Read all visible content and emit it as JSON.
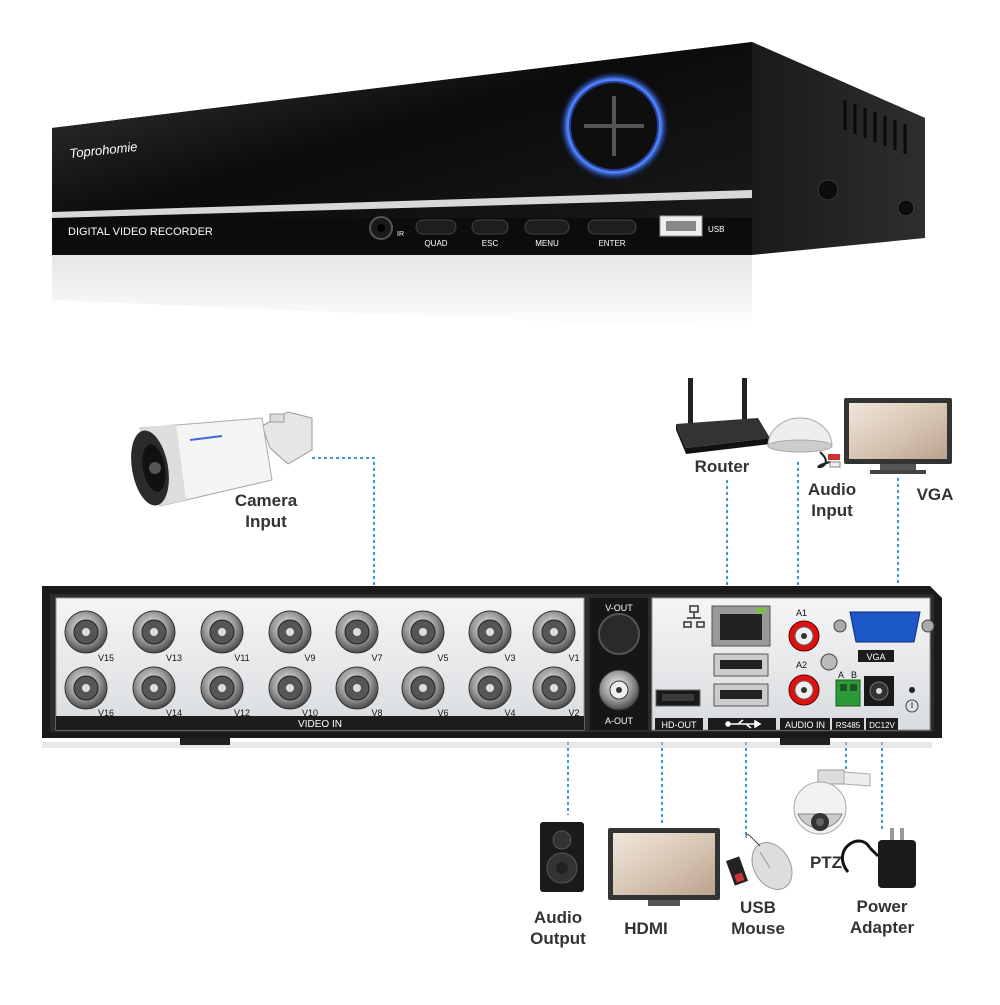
{
  "front_panel": {
    "brand": "Toprohomie",
    "model_label": "DIGITAL VIDEO RECORDER",
    "ir_label": "IR",
    "buttons": [
      "QUAD",
      "ESC",
      "MENU",
      "ENTER"
    ],
    "usb_label": "USB"
  },
  "rear_panel": {
    "video_in_label": "VIDEO IN",
    "channels_top": [
      "V15",
      "V13",
      "V11",
      "V9",
      "V7",
      "V5",
      "V3",
      "V1"
    ],
    "channels_bottom": [
      "V16",
      "V14",
      "V12",
      "V10",
      "V8",
      "V6",
      "V4",
      "V2"
    ],
    "vout_label": "V-OUT",
    "aout_label": "A-OUT",
    "hdout_label": "HD-OUT",
    "audio_in_label": "AUDIO IN",
    "a1_label": "A1",
    "a2_label": "A2",
    "vga_label": "VGA",
    "rs485_label": "RS485",
    "rs485_a": "A",
    "rs485_b": "B",
    "dc_label": "DC12V"
  },
  "connections": {
    "camera": [
      "Camera",
      "Input"
    ],
    "router": [
      "Router"
    ],
    "audio_input": [
      "Audio",
      "Input"
    ],
    "vga": [
      "VGA"
    ],
    "audio_output": [
      "Audio",
      "Output"
    ],
    "hdmi": [
      "HDMI"
    ],
    "usb_mouse": [
      "USB",
      "Mouse"
    ],
    "ptz": [
      "PTZ"
    ],
    "power": [
      "Power",
      "Adapter"
    ]
  },
  "colors": {
    "connector_line": "#3a9ad9",
    "accent_blue": "#1e5cff",
    "panel_dark": "#111111",
    "panel_silver": "#e6e8ea"
  }
}
